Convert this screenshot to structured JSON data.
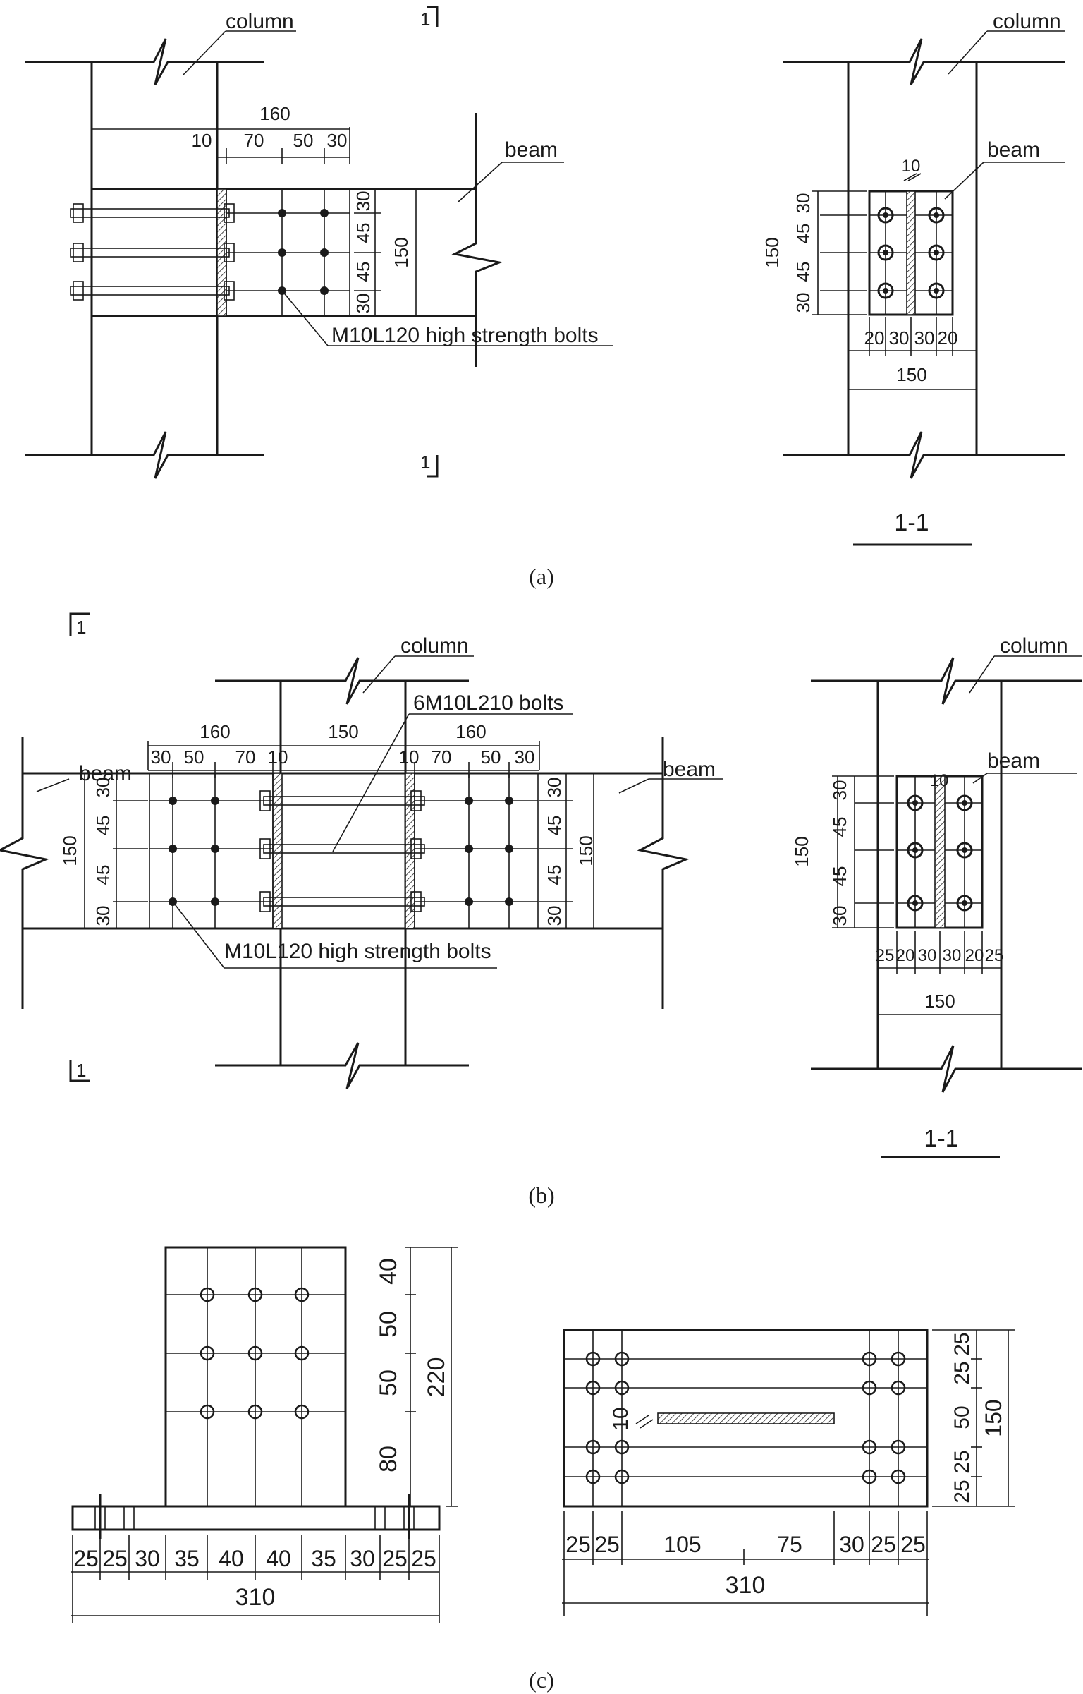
{
  "panel_a": {
    "caption": "(a)",
    "section_mark": "1",
    "section_title": "1-1",
    "elev": {
      "column": "column",
      "beam": "beam",
      "bolt_note": "M10L120 high strength bolts",
      "dims_top": {
        "total": "160",
        "d1": "10",
        "d2": "70",
        "d3": "50",
        "d4": "30"
      },
      "dims_side": {
        "d1": "30",
        "d2": "45",
        "d3": "45",
        "d4": "30",
        "total": "150"
      }
    },
    "sect": {
      "column": "column",
      "beam": "beam",
      "plate_t": "10",
      "dims_left": {
        "total": "150",
        "d1": "30",
        "d2": "45",
        "d3": "45",
        "d4": "30"
      },
      "dims_bottom": {
        "d1": "20",
        "d2": "30",
        "d3": "30",
        "d4": "20",
        "total": "150"
      }
    }
  },
  "panel_b": {
    "caption": "(b)",
    "section_mark": "1",
    "section_title": "1-1",
    "elev": {
      "column": "column",
      "beam_left": "beam",
      "beam_right": "beam",
      "bolts_through": "6M10L210 bolts",
      "bolt_note": "M10L120 high strength bolts",
      "dims_top_left": {
        "total": "160",
        "d1": "30",
        "d2": "50",
        "d3": "70",
        "d4": "10"
      },
      "dims_top_mid": {
        "total": "150"
      },
      "dims_top_right": {
        "total": "160",
        "d1": "10",
        "d2": "70",
        "d3": "50",
        "d4": "30"
      },
      "dims_left": {
        "total": "150",
        "d1": "30",
        "d2": "45",
        "d3": "45",
        "d4": "30"
      },
      "dims_right": {
        "d1": "30",
        "d2": "45",
        "d3": "45",
        "d4": "30",
        "total": "150"
      }
    },
    "sect": {
      "column": "column",
      "beam": "beam",
      "plate_t": "10",
      "dims_left": {
        "total": "150",
        "d1": "30",
        "d2": "45",
        "d3": "45",
        "d4": "30"
      },
      "dims_bottom": {
        "d1": "25",
        "d2": "20",
        "d3": "30",
        "d4": "30",
        "d5": "20",
        "d6": "25",
        "total": "150"
      }
    }
  },
  "panel_c": {
    "caption": "(c)",
    "elev": {
      "dims_right": {
        "d1": "40",
        "d2": "50",
        "d3": "50",
        "d4": "80",
        "total": "220"
      },
      "dims_bottom": {
        "d1": "25",
        "d2": "25",
        "d3": "30",
        "d4": "35",
        "d5": "40",
        "d6": "40",
        "d7": "35",
        "d8": "30",
        "d9": "25",
        "d10": "25",
        "total": "310"
      }
    },
    "plan": {
      "plate_t": "10",
      "dims_right": {
        "d1": "25",
        "d2": "25",
        "d3": "50",
        "d4": "25",
        "d5": "25",
        "total": "150"
      },
      "dims_bottom": {
        "d1": "25",
        "d2": "25",
        "d3": "105",
        "d4": "75",
        "d5": "30",
        "d6": "25",
        "d7": "25",
        "total": "310"
      }
    }
  }
}
